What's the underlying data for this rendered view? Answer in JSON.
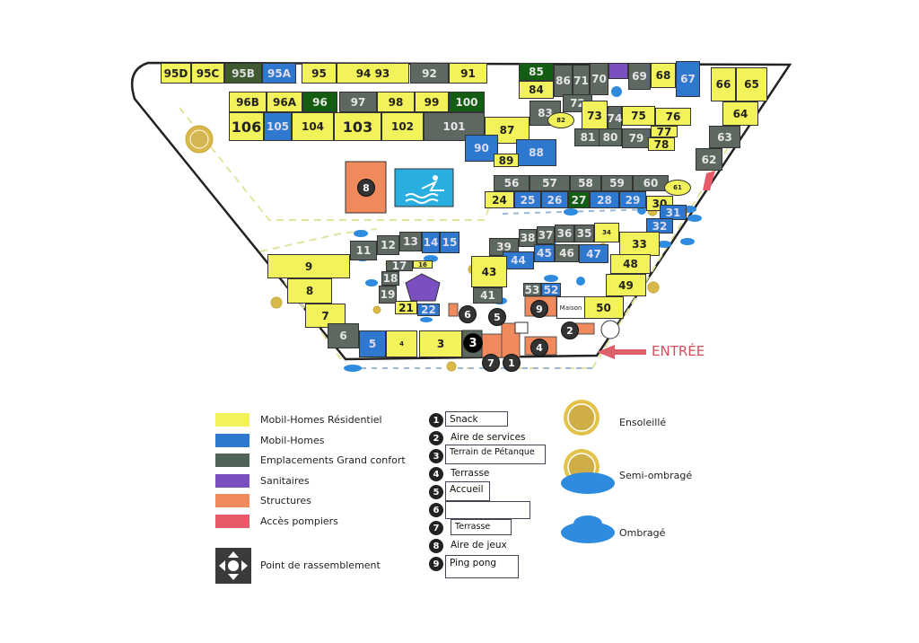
{
  "map": {
    "entrance_label": "ENTRÉE",
    "house_label": "Maison",
    "lots": [
      {
        "label": "95D",
        "type": "res"
      },
      {
        "label": "95C",
        "type": "res"
      },
      {
        "label": "95B",
        "type": "olv"
      },
      {
        "label": "95A",
        "type": "mh"
      },
      {
        "label": "95",
        "type": "res"
      },
      {
        "label": "94 93",
        "type": "res"
      },
      {
        "label": "92",
        "type": "gc"
      },
      {
        "label": "91",
        "type": "res"
      },
      {
        "label": "96B",
        "type": "res"
      },
      {
        "label": "96A",
        "type": "res"
      },
      {
        "label": "96",
        "type": "gcg"
      },
      {
        "label": "97",
        "type": "gc"
      },
      {
        "label": "98",
        "type": "res"
      },
      {
        "label": "99",
        "type": "res"
      },
      {
        "label": "100",
        "type": "gcg"
      },
      {
        "label": "106",
        "type": "res"
      },
      {
        "label": "105",
        "type": "mh"
      },
      {
        "label": "104",
        "type": "res"
      },
      {
        "label": "103",
        "type": "res"
      },
      {
        "label": "102",
        "type": "res"
      },
      {
        "label": "101",
        "type": "gc"
      },
      {
        "label": "85",
        "type": "gcg"
      },
      {
        "label": "84",
        "type": "res"
      },
      {
        "label": "86",
        "type": "gc"
      },
      {
        "label": "71",
        "type": "gc"
      },
      {
        "label": "70",
        "type": "gc"
      },
      {
        "label": "",
        "type": "san"
      },
      {
        "label": "69",
        "type": "gc"
      },
      {
        "label": "68",
        "type": "res"
      },
      {
        "label": "67",
        "type": "mh"
      },
      {
        "label": "83",
        "type": "gc"
      },
      {
        "label": "72",
        "type": "gc"
      },
      {
        "label": "82",
        "type": "res"
      },
      {
        "label": "73",
        "type": "res"
      },
      {
        "label": "74",
        "type": "gc"
      },
      {
        "label": "75",
        "type": "res"
      },
      {
        "label": "76",
        "type": "res"
      },
      {
        "label": "81",
        "type": "gc"
      },
      {
        "label": "80",
        "type": "gc"
      },
      {
        "label": "79",
        "type": "gc"
      },
      {
        "label": "77",
        "type": "res"
      },
      {
        "label": "78",
        "type": "res"
      },
      {
        "label": "87",
        "type": "res"
      },
      {
        "label": "90",
        "type": "mh"
      },
      {
        "label": "88",
        "type": "mh"
      },
      {
        "label": "89",
        "type": "res"
      },
      {
        "label": "66",
        "type": "res"
      },
      {
        "label": "65",
        "type": "res"
      },
      {
        "label": "64",
        "type": "res"
      },
      {
        "label": "63",
        "type": "gc"
      },
      {
        "label": "62",
        "type": "gc"
      },
      {
        "label": "56",
        "type": "gc"
      },
      {
        "label": "57",
        "type": "gc"
      },
      {
        "label": "58",
        "type": "gc"
      },
      {
        "label": "59",
        "type": "gc"
      },
      {
        "label": "60",
        "type": "gc"
      },
      {
        "label": "61",
        "type": "res"
      },
      {
        "label": "24",
        "type": "res"
      },
      {
        "label": "25",
        "type": "mh"
      },
      {
        "label": "26",
        "type": "mh"
      },
      {
        "label": "27",
        "type": "gcg"
      },
      {
        "label": "28",
        "type": "mh"
      },
      {
        "label": "29",
        "type": "mh"
      },
      {
        "label": "30",
        "type": "res"
      },
      {
        "label": "31",
        "type": "mh"
      },
      {
        "label": "32",
        "type": "mh"
      },
      {
        "label": "11",
        "type": "gc"
      },
      {
        "label": "12",
        "type": "gc"
      },
      {
        "label": "13",
        "type": "gc"
      },
      {
        "label": "14",
        "type": "mh"
      },
      {
        "label": "15",
        "type": "mh"
      },
      {
        "label": "9",
        "type": "res"
      },
      {
        "label": "8",
        "type": "res"
      },
      {
        "label": "7",
        "type": "res"
      },
      {
        "label": "6",
        "type": "gc"
      },
      {
        "label": "5",
        "type": "mh"
      },
      {
        "label": "4",
        "type": "res"
      },
      {
        "label": "3",
        "type": "res"
      },
      {
        "label": "17",
        "type": "gc"
      },
      {
        "label": "16",
        "type": "res"
      },
      {
        "label": "18",
        "type": "gc"
      },
      {
        "label": "19",
        "type": "gc"
      },
      {
        "label": "21",
        "type": "res"
      },
      {
        "label": "22",
        "type": "mh"
      },
      {
        "label": "39",
        "type": "gc"
      },
      {
        "label": "38",
        "type": "gc"
      },
      {
        "label": "37",
        "type": "gc"
      },
      {
        "label": "36",
        "type": "gc"
      },
      {
        "label": "35",
        "type": "gc"
      },
      {
        "label": "34",
        "type": "res"
      },
      {
        "label": "44",
        "type": "mh"
      },
      {
        "label": "45",
        "type": "mh"
      },
      {
        "label": "46",
        "type": "gc"
      },
      {
        "label": "47",
        "type": "mh"
      },
      {
        "label": "43",
        "type": "res"
      },
      {
        "label": "41",
        "type": "gc"
      },
      {
        "label": "33",
        "type": "res"
      },
      {
        "label": "48",
        "type": "res"
      },
      {
        "label": "49",
        "type": "res"
      },
      {
        "label": "50",
        "type": "res"
      },
      {
        "label": "53",
        "type": "gc"
      },
      {
        "label": "52",
        "type": "mh"
      }
    ],
    "markers": [
      "1",
      "2",
      "3",
      "4",
      "5",
      "6",
      "7",
      "8",
      "9"
    ]
  },
  "legend": {
    "categories": [
      {
        "label": "Mobil-Homes Résidentiel",
        "color": "#f2f25a"
      },
      {
        "label": "Mobil-Homes",
        "color": "#2f78cf"
      },
      {
        "label": "Emplacements Grand confort",
        "color": "#4f6358"
      },
      {
        "label": "Sanitaires",
        "color": "#7a4fbf"
      },
      {
        "label": "Structures",
        "color": "#f08a5d"
      },
      {
        "label": "Accès pompiers",
        "color": "#e85a6a"
      }
    ],
    "assembly_point": "Point de rassemblement",
    "facilities": [
      {
        "num": "1",
        "label": "Snack"
      },
      {
        "num": "2",
        "label": "Aire de services"
      },
      {
        "num": "3",
        "label": "Terrain de Pétanque"
      },
      {
        "num": "4",
        "label": "Terrasse"
      },
      {
        "num": "5",
        "label": "Accueil"
      },
      {
        "num": "6",
        "label": ""
      },
      {
        "num": "7",
        "label": "Terrasse"
      },
      {
        "num": "8",
        "label": "Aire de jeux"
      },
      {
        "num": "9",
        "label": "Ping pong"
      }
    ],
    "exposure": [
      "Ensoleillé",
      "Semi-ombragé",
      "Ombragé"
    ]
  }
}
